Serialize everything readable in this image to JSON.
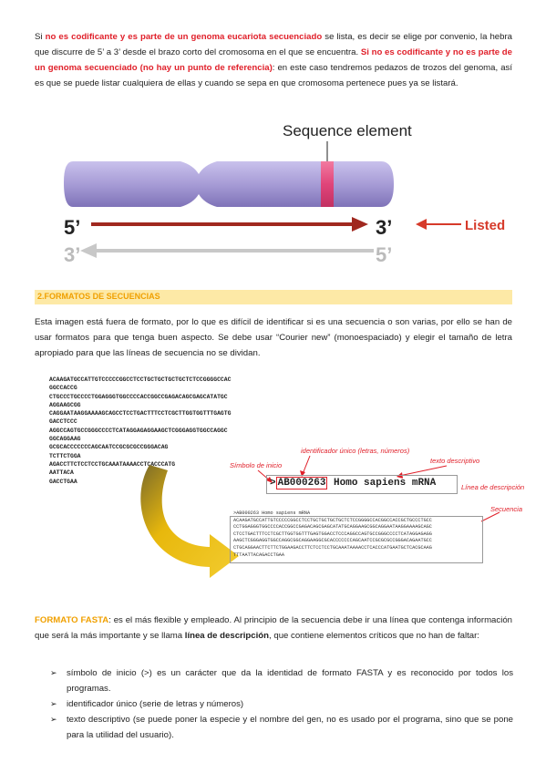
{
  "intro": {
    "p1_a": "Si ",
    "p1_red1": "no es codificante y es parte de un genoma eucariota secuenciado",
    "p1_b": " se lista, es decir se elige por convenio, la hebra que discurre de 5’ a 3’ desde el brazo corto del cromosoma en el que se encuentra. ",
    "p1_red2": "Si no es codificante y no es parte de un genoma secuenciado (no hay un punto de referencia)",
    "p1_c": ": en este caso tendremos pedazos de trozos del genoma, así es que se puede listar cualquiera de ellas y cuando se sepa en que cromosoma pertenece pues ya se listará."
  },
  "figure1": {
    "sequence_element": "Sequence element",
    "five_prime_top": "5’",
    "three_prime_top": "3’",
    "three_prime_bottom": "3’",
    "five_prime_bottom": "5’",
    "listed": "Listed",
    "colors": {
      "chromosome": "#a79cd6",
      "element": "#e0457a",
      "arrow_red": "#a0281f",
      "arrow_grey": "#c8c8c8",
      "listed": "#d63a2a"
    }
  },
  "section2": {
    "heading": "2.FORMATOS DE SECUENCIAS"
  },
  "para2": "Esta imagen está fuera de formato, por lo que es difícil de identificar si es una secuencia o son varias, por ello se han de usar formatos para que tenga buen aspecto. Se debe usar “Courier new” (monoespaciado) y elegir el tamaño de letra apropiado para que las líneas de secuencia no se dividan.",
  "figure2": {
    "raw_lines": [
      "ACAAGATGCCATTGTCCCCCGGCCTCCTGCTGCTGCTGCTCTCCGGGGCCAC",
      "GGCCACCG",
      "CTGCCCTGCCCCTGGAGGGTGGCCCCACCGGCCGAGACAGCGAGCATATGC",
      "AGGAAGCGG",
      "CAGGAATAAGGAAAAGCAGCCTCCTGACTTTCCTCGCTTGGTGGTTTGAGTG",
      "GACCTCCC",
      "AGGCCAGTGCCGGGCCCCTCATAGGAGAGGAAGCTCGGGAGGTGGCCAGGC",
      "GGCAGGAAG",
      "GCGCACCCCCCCAGCAATCCGCGCGCCGGGACAG",
      "TCTTCTGGA",
      "AGACCTTCTCCTCCTGCAAATAAAACCTCACCCATG",
      "AATTACA",
      "GACCTGAA"
    ],
    "start_symbol_label": "Símbolo de inicio",
    "identifier_label": "identificador único (letras, números)",
    "description_text_label": "texto descriptivo",
    "description_line_label": "Línea de descripción",
    "sequence_label": "Secuencia",
    "header_symbol": ">",
    "header_id": "AB000263",
    "header_desc": " Homo sapiens mRNA",
    "fasta_lines": [
      ">AB000263 Homo sapiens mRNA",
      "ACAAGATGCCATTGTCCCCCGGCCTCCTGCTGCTGCTGCTCTCCGGGGCCACGGCCACCGCTGCCCTGCC",
      "CCTGGAGGGTGGCCCCACCGGCCGAGACAGCGAGCATATGCAGGAAGCGGCAGGAATAAGGAAAAGCAGC",
      "CTCCTGACTTTCCTCGCTTGGTGGTTTGAGTGGACCTCCCAGGCCAGTGCCGGGCCCCTCATAGGAGAGG",
      "AAGCTCGGGAGGTGGCCAGGCGGCAGGAAGGCGCACCCCCCCAGCAATCCGCGCGCCGGGACAGAATGCC",
      "CTGCAGGAACTTCTTCTGGAAGACCTTCTCCTCCTGCAAATAAAACCTCACCCATGAATGCTCACGCAAG",
      "TTTAATTACAGACCTGAA"
    ]
  },
  "para3": {
    "label": "FORMATO FASTA",
    "text_a": ": es el más flexible y empleado. Al principio de la secuencia debe ir una línea que contenga información que será la más importante y se llama ",
    "bold": "línea de descripción",
    "text_b": ", que contiene elementos críticos que no han de faltar:"
  },
  "list": [
    "símbolo de inicio (>) es un carácter que da la identidad de formato FASTA y es reconocido por todos los programas.",
    "identificador único (serie de letras y números)",
    "texto descriptivo (se puede poner la especie y el nombre del gen, no es usado por el programa, sino que se pone para la utilidad del usuario)."
  ],
  "bullet_glyph": "➢"
}
